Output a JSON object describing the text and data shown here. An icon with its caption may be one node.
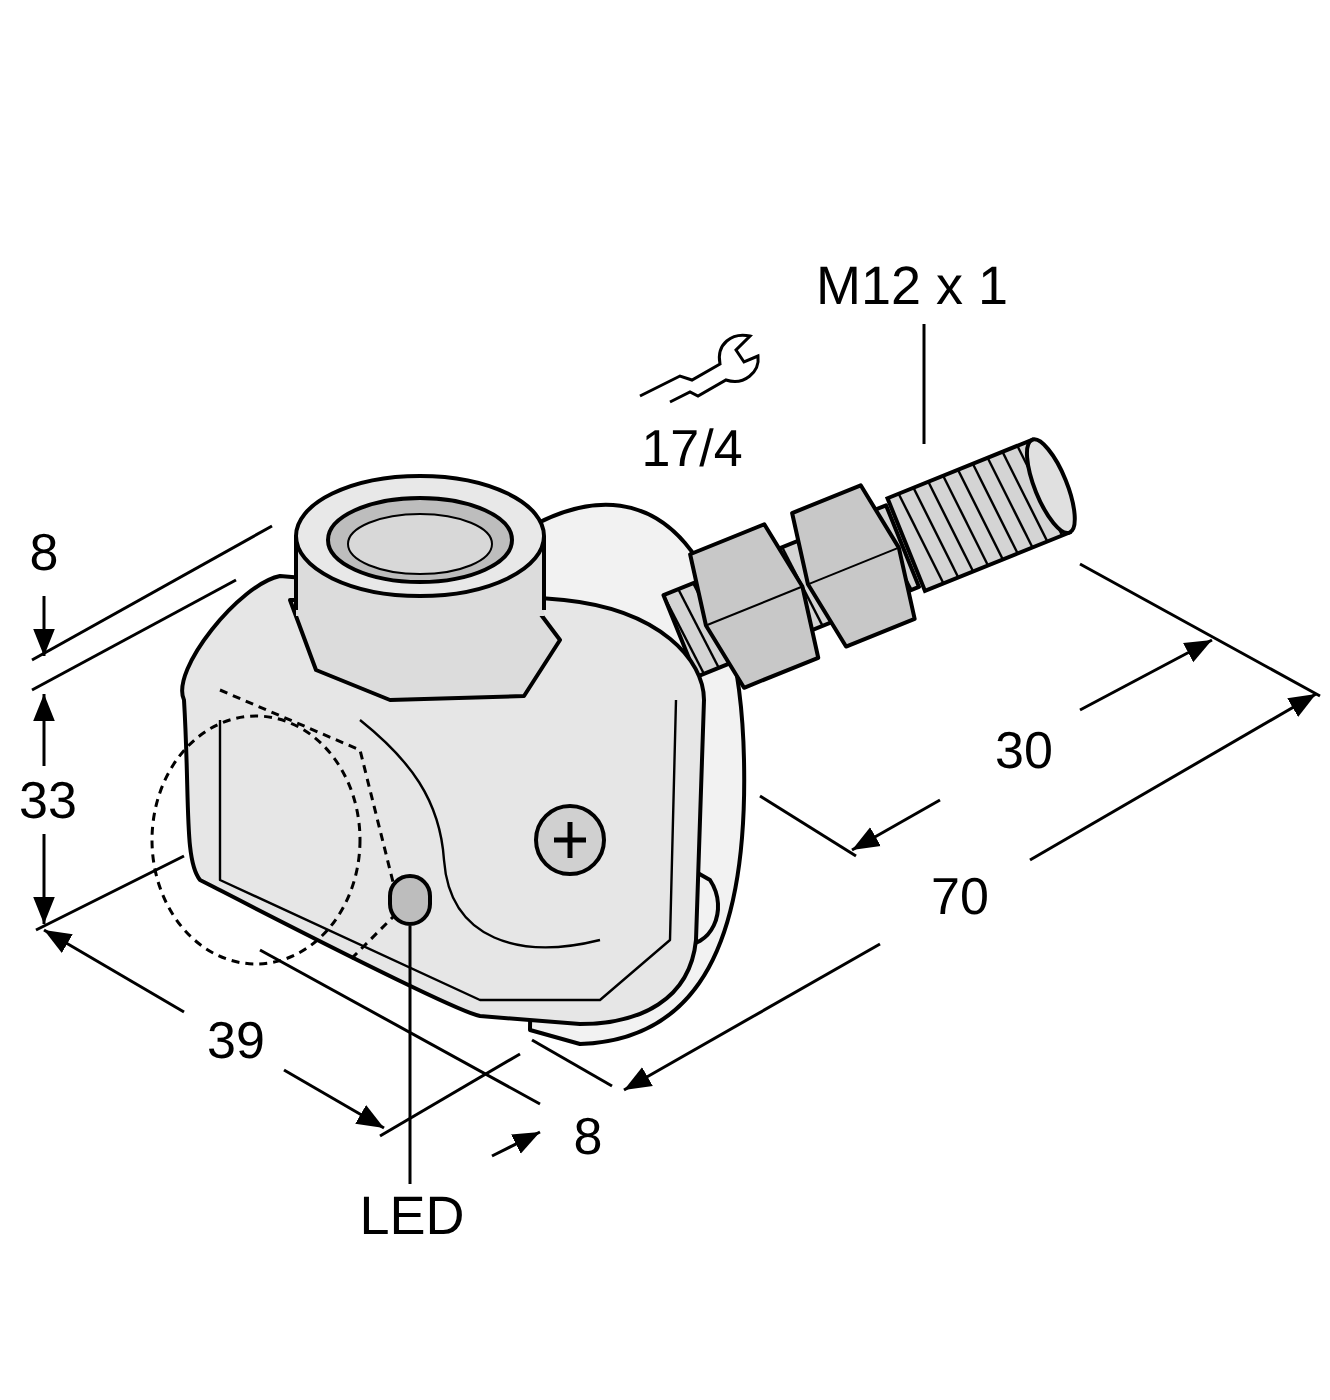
{
  "diagram": {
    "nodes": [
      {
        "text": [
          "M12 x 1"
        ]
      },
      {
        "text": [],
        "shape": "cylinder"
      },
      {
        "text": [
          "LED"
        ]
      },
      {
        "text": [],
        "shape": "circle"
      }
    ],
    "edges": [
      {
        "from": 0,
        "to": 1,
        "arrow": "none"
      },
      {
        "from": 2,
        "to": 3,
        "arrow": "none"
      }
    ],
    "labels": [
      "17/4",
      "8",
      "33",
      "30",
      "70",
      "39",
      "8"
    ]
  }
}
